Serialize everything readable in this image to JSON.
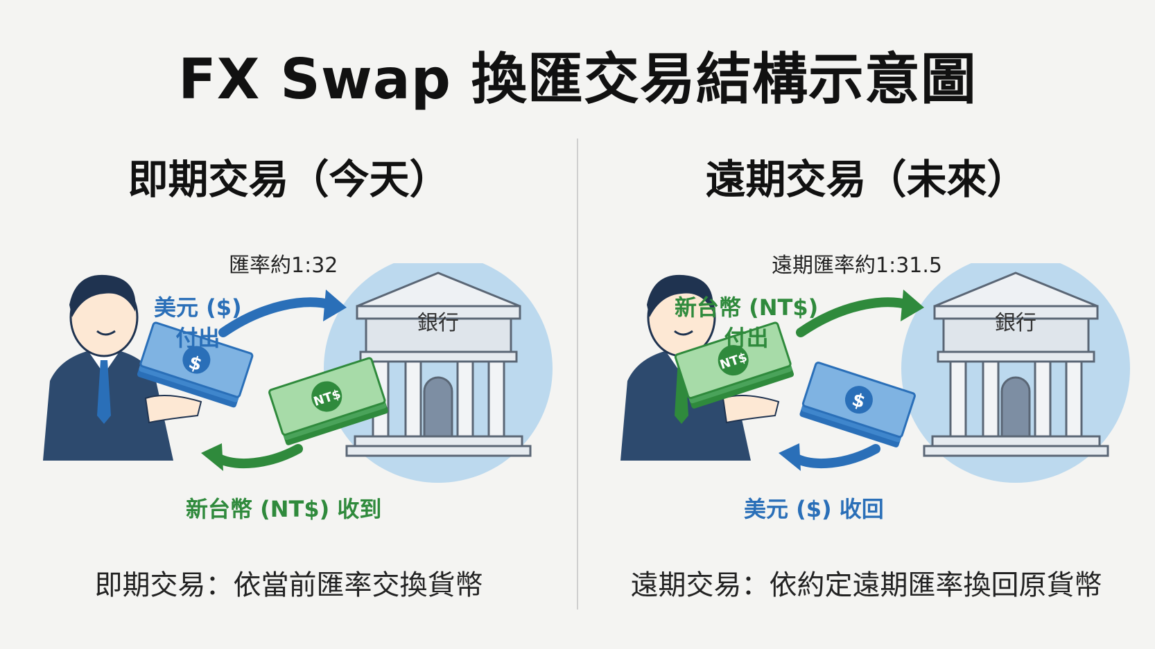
{
  "title": "FX Swap 換匯交易結構示意圖",
  "spot": {
    "heading": "即期交易（今天）",
    "rate": "匯率約1:32",
    "pay_line1": "美元 ($)",
    "pay_line2": "付出",
    "receive": "新台幣 (NT$) 收到",
    "bank": "銀行",
    "bill_out": "$",
    "bill_in": "NT$",
    "summary": "即期交易：依當前匯率交換貨幣"
  },
  "forward": {
    "heading": "遠期交易（未來）",
    "rate": "遠期匯率約1:31.5",
    "pay_line1": "新台幣 (NT$)",
    "pay_line2": "付出",
    "receive": "美元 ($) 收回",
    "bank": "銀行",
    "bill_out": "NT$",
    "bill_in": "$",
    "summary": "遠期交易：依約定遠期匯率換回原貨幣"
  },
  "colors": {
    "usd": "#2a6fb8",
    "ntd": "#2f8a3c",
    "suit": "#2d4a6e",
    "bank_circle": "#bcd9ee"
  }
}
